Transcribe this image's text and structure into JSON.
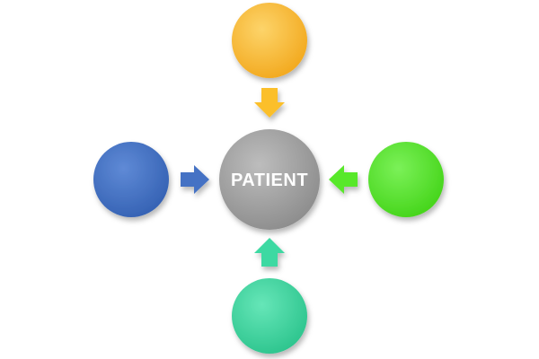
{
  "center": {
    "label": "PATIENT",
    "color": "#a6a6a6",
    "color_light": "#bdbdbd",
    "color_dark": "#8c8c8c"
  },
  "satellites": {
    "top": {
      "label": "",
      "color": "#fbbf2c",
      "color_light": "#fdd46a",
      "color_dark": "#f2a81d"
    },
    "left": {
      "label": "",
      "color": "#4472c4",
      "color_light": "#5f8ad6",
      "color_dark": "#3461b3"
    },
    "right": {
      "label": "",
      "color": "#59e82c",
      "color_light": "#7bf158",
      "color_dark": "#44d419"
    },
    "bottom": {
      "label": "",
      "color": "#3ed9a2",
      "color_light": "#66e6b8",
      "color_dark": "#2cc48d"
    }
  },
  "arrows": {
    "top": {
      "direction": "down",
      "color": "#fbbf2c"
    },
    "left": {
      "direction": "right",
      "color": "#4472c4"
    },
    "right": {
      "direction": "left",
      "color": "#59e82c"
    },
    "bottom": {
      "direction": "up",
      "color": "#3ed9a2"
    }
  }
}
